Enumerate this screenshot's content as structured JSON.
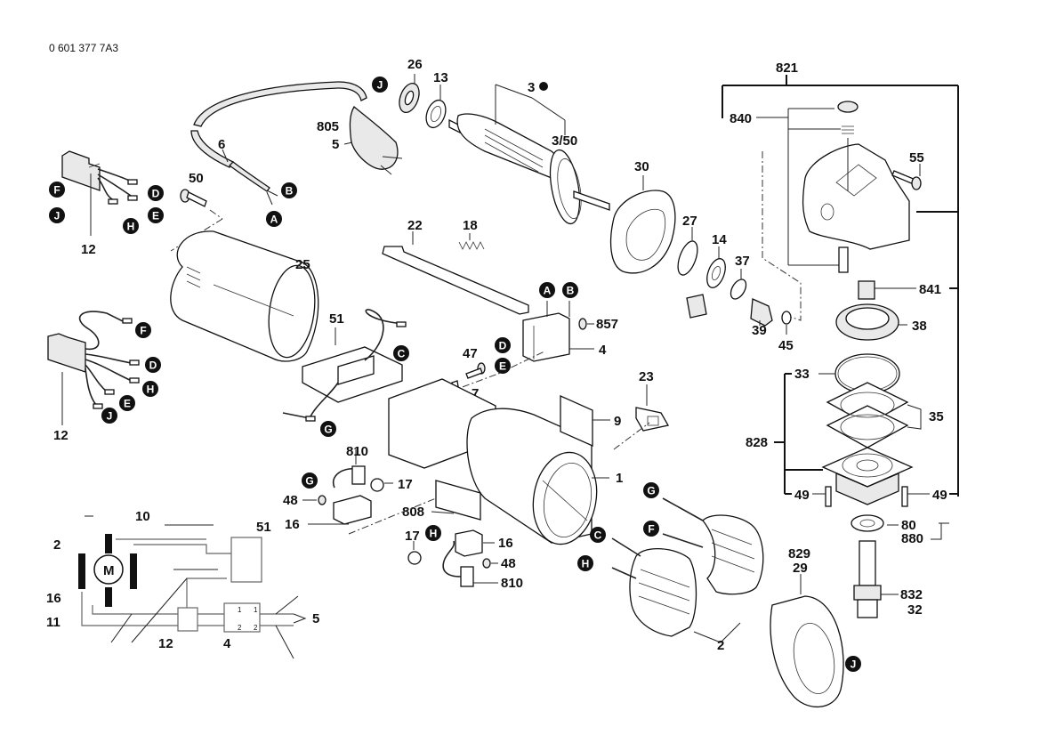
{
  "document": {
    "part_number": "0 601 377 7A3",
    "type": "exploded parts diagram",
    "subject": "angle grinder"
  },
  "part_labels": {
    "p26": "26",
    "p13": "13",
    "p3": "3",
    "p3_50": "3/50",
    "p805": "805",
    "p5": "5",
    "p6": "6",
    "p50": "50",
    "p12a": "12",
    "p25": "25",
    "p22": "22",
    "p18": "18",
    "p30": "30",
    "p27": "27",
    "p14": "14",
    "p37": "37",
    "p39": "39",
    "p45": "45",
    "p857": "857",
    "p4": "4",
    "p51": "51",
    "p47": "47",
    "p7": "7",
    "p23": "23",
    "p9": "9",
    "p1": "1",
    "p12b": "12",
    "p810a": "810",
    "p17a": "17",
    "p48a": "48",
    "p16a": "16",
    "p808": "808",
    "p17b": "17",
    "p16b": "16",
    "p48b": "48",
    "p810b": "810",
    "p2": "2",
    "p829": "829",
    "p29": "29",
    "p821": "821",
    "p840": "840",
    "p55": "55",
    "p841": "841",
    "p38": "38",
    "p33": "33",
    "p35": "35",
    "p828": "828",
    "p49a": "49",
    "p49b": "49",
    "p80": "80",
    "p880": "880",
    "p832": "832",
    "p32": "32"
  },
  "connector_badges": {
    "J1": "J",
    "F1": "F",
    "D1": "D",
    "J2": "J",
    "E1": "E",
    "H1": "H",
    "B1": "B",
    "A1": "A",
    "F2": "F",
    "D2": "D",
    "H2": "H",
    "E2": "E",
    "J3": "J",
    "C1": "C",
    "G1": "G",
    "A2": "A",
    "B2": "B",
    "D3": "D",
    "E3": "E",
    "G2": "G",
    "H3": "H",
    "G3": "G",
    "F3": "F",
    "C2": "C",
    "H4": "H",
    "J4": "J"
  },
  "schematic": {
    "motor": "M",
    "labels": {
      "s2": "2",
      "s10": "10",
      "s16": "16",
      "s11": "11",
      "s51": "51",
      "s12": "12",
      "s4": "4",
      "s5": "5"
    },
    "switch_terminals": {
      "t1a": "1",
      "t1b": "1",
      "t2a": "2",
      "t2b": "2"
    }
  },
  "markers": {
    "new_part_dot": "filled-circle"
  }
}
